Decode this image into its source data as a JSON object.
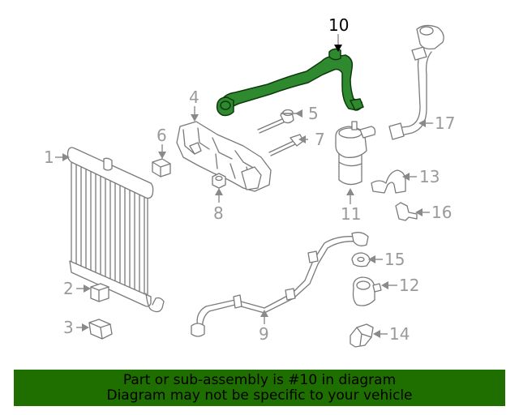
{
  "callouts": {
    "c1": "1",
    "c2": "2",
    "c3": "3",
    "c4": "4",
    "c5": "5",
    "c6": "6",
    "c7": "7",
    "c8": "8",
    "c9": "9",
    "c10": "10",
    "c11": "11",
    "c12": "12",
    "c13": "13",
    "c14": "14",
    "c15": "15",
    "c16": "16",
    "c17": "17"
  },
  "banner": {
    "line1": "Part or sub-assembly is #10 in diagram",
    "line2": "Diagram may not be specific to your vehicle"
  },
  "colors": {
    "highlight": "#2f8a2f",
    "banner": "#1f6e00",
    "callout": "#9a9a9a"
  }
}
